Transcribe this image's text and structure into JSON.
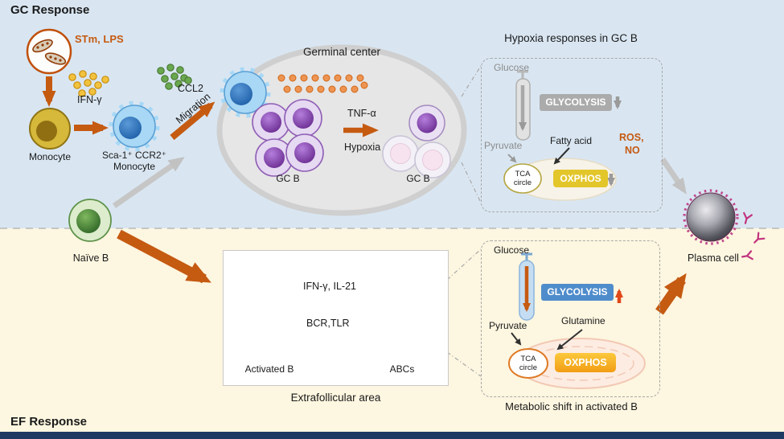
{
  "palette": {
    "accent_orange": "#c55a11",
    "gc_background": "#d9e6f2",
    "ef_background": "#fdf6e0",
    "footer_bar": "#1e3a63",
    "glycolysis_inactive": "#ababab",
    "glycolysis_active": "#4f8ccb",
    "oxphos_yellow": "#e3c62a",
    "oxphos_orange": "#f29d14",
    "ros_color": "#c55a11"
  },
  "icons": {
    "bacteria-icon": "two rod-shaped bacteria inside orange ring",
    "antibody-icon": "magenta Y-shaped antibodies",
    "tca-circle-icon": "small ellipse labelled TCA circle",
    "mitochondrion-icon": "pale oval organelle behind OXPHOS"
  },
  "gc": {
    "title": "GC Response",
    "stimulus": "STm, LPS",
    "ifn_gamma": "IFN-γ",
    "monocyte": "Monocyte",
    "sca1_line1": "Sca-1⁺ CCR2⁺",
    "sca1_line2": "Monocyte",
    "ccl2": "CCL2",
    "migration": "Migration",
    "germinal_center": "Germinal center",
    "tnf_alpha": "TNF-α",
    "hypoxia": "Hypoxia",
    "gcb_left": "GC B",
    "gcb_right": "GC B"
  },
  "hypoxia_panel": {
    "title": "Hypoxia responses in GC B",
    "glucose": "Glucose",
    "glycolysis": "GLYCOLYSIS",
    "pyruvate": "Pyruvate",
    "fatty_acid": "Fatty acid",
    "ros": "ROS,",
    "no": "NO",
    "tca_1": "TCA",
    "tca_2": "circle",
    "oxphos": "OXPHOS"
  },
  "ef": {
    "title": "EF Response",
    "naive_b": "Naïve B",
    "signals_top": "IFN-γ, IL-21",
    "signals_bottom": "BCR,TLR",
    "activated_b": "Activated B",
    "abcs": "ABCs",
    "area": "Extrafollicular area"
  },
  "metabolic_panel": {
    "title": "Metabolic shift in activated B",
    "glucose": "Glucose",
    "glycolysis": "GLYCOLYSIS",
    "pyruvate": "Pyruvate",
    "glutamine": "Glutamine",
    "tca_1": "TCA",
    "tca_2": "circle",
    "oxphos": "OXPHOS"
  },
  "plasma_cell_label": "Plasma cell"
}
